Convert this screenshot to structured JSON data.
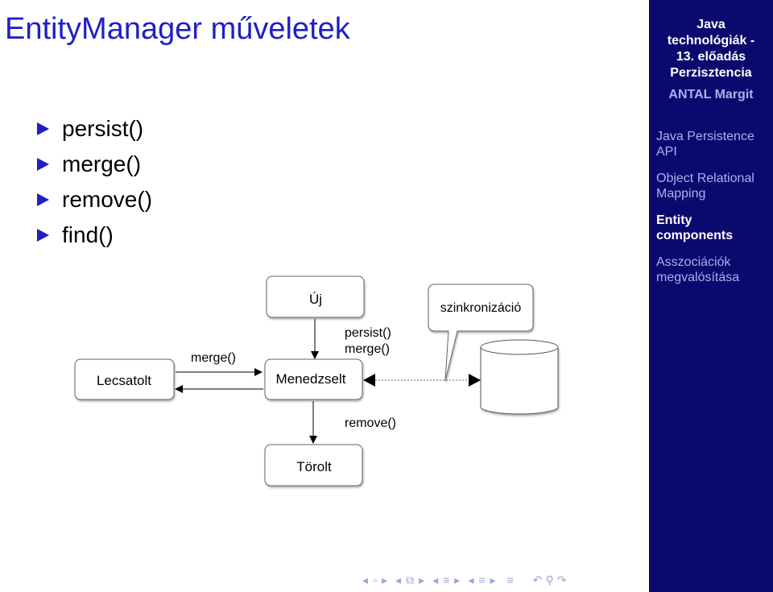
{
  "slide": {
    "title": "EntityManager műveletek",
    "bullets": [
      "persist()",
      "merge()",
      "remove()",
      "find()"
    ]
  },
  "diagram": {
    "states": {
      "new": "Új",
      "detached": "Lecsatolt",
      "managed": "Menedzselt",
      "removed": "Törolt"
    },
    "labels": {
      "merge": "merge()",
      "persist": "persist()",
      "merge2": "merge()",
      "remove": "remove()",
      "sync": "szinkronizáció"
    }
  },
  "sidebar": {
    "title_lines": [
      "Java",
      "technológiák -",
      "13. előadás",
      "Perzisztencia"
    ],
    "author": "ANTAL Margit",
    "nav": [
      {
        "lines": [
          "Java Persistence",
          "API"
        ],
        "active": false
      },
      {
        "lines": [
          "Object Relational",
          "Mapping"
        ],
        "active": false
      },
      {
        "lines": [
          "Entity",
          "components"
        ],
        "active": true
      },
      {
        "lines": [
          "Asszociációk",
          "megvalósítása"
        ],
        "active": false
      }
    ]
  },
  "colors": {
    "title": "#1f1fc6",
    "sidebar_bg": "#0a0a6e",
    "sidebar_text": "#ffffff",
    "sidebar_muted": "#a7b2ea"
  }
}
